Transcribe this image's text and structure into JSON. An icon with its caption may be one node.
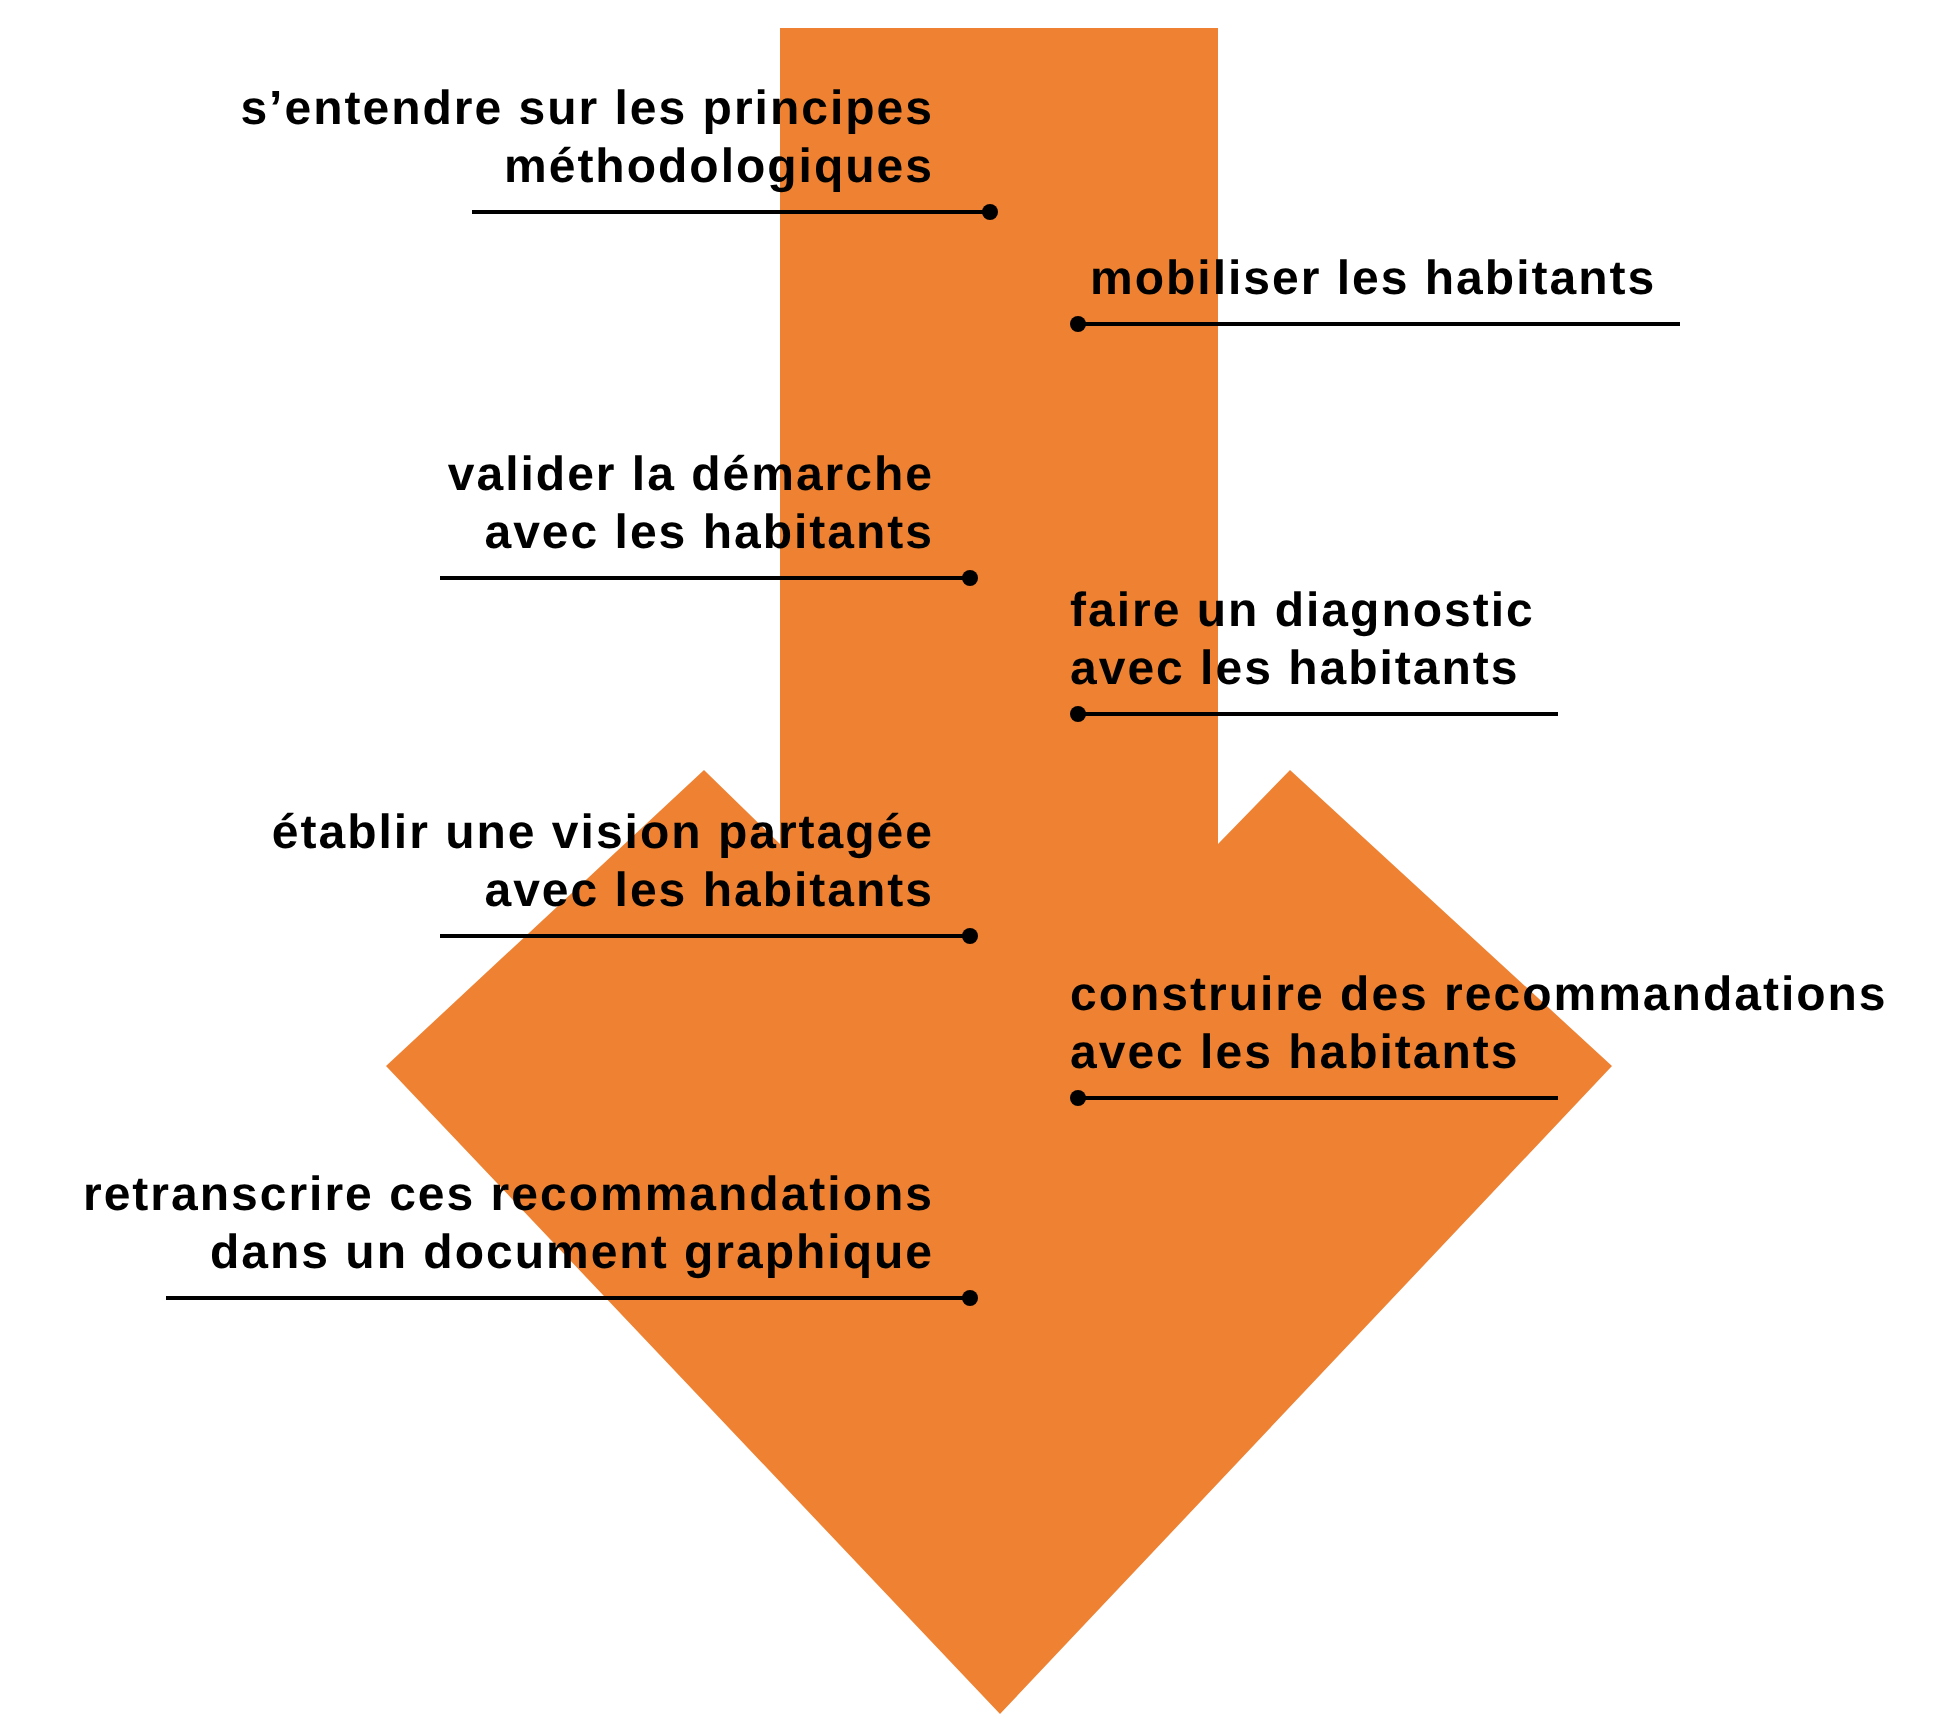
{
  "diagram": {
    "nodes": [
      {
        "text": [],
        "shape": "arrow"
      },
      {
        "text": [
          "s’entendre sur les principes méthodologiques"
        ]
      },
      {
        "text": [
          "mobiliser les habitants"
        ]
      },
      {
        "text": [
          "valider la démarche avec les habitants"
        ]
      },
      {
        "text": [
          "faire un diagnostic avec les habitants"
        ]
      },
      {
        "text": [
          "établir une vision partagée avec les habitants"
        ]
      },
      {
        "text": [
          "construire des recommandations avec les habitants"
        ]
      },
      {
        "text": [
          "retranscrire ces recommandations dans un document graphique"
        ]
      }
    ],
    "edges": [
      {
        "from": 1,
        "to": 0,
        "arrow": "other"
      },
      {
        "from": 2,
        "to": 0,
        "arrow": "other"
      },
      {
        "from": 3,
        "to": 0,
        "arrow": "other"
      },
      {
        "from": 4,
        "to": 0,
        "arrow": "other"
      },
      {
        "from": 5,
        "to": 0,
        "arrow": "other"
      },
      {
        "from": 6,
        "to": 0,
        "arrow": "other"
      },
      {
        "from": 7,
        "to": 0,
        "arrow": "other"
      }
    ]
  }
}
